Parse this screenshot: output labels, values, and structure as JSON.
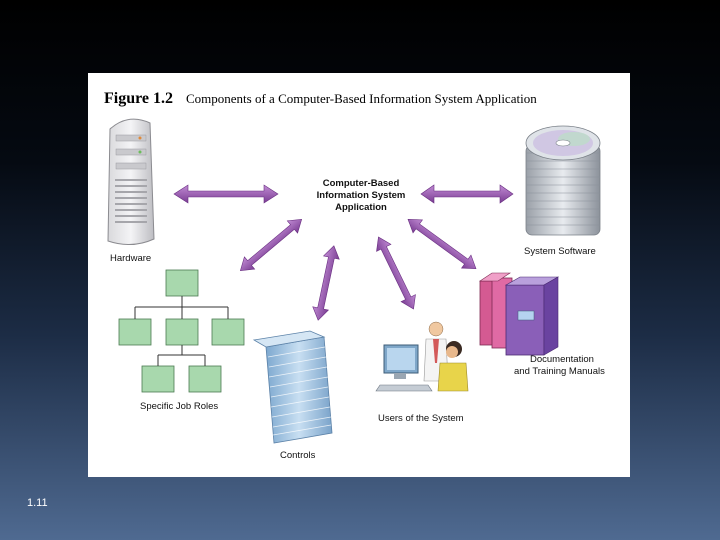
{
  "figure": {
    "number": "Figure 1.2",
    "caption": "Components of a Computer-Based Information System Application",
    "center": {
      "line1": "Computer-Based",
      "line2": "Information System",
      "line3": "Application"
    },
    "components": {
      "hardware": "Hardware",
      "system_software": "System Software",
      "job_roles": "Specific Job Roles",
      "controls": "Controls",
      "users": "Users of the System",
      "documentation_line1": "Documentation",
      "documentation_line2": "and Training Manuals"
    }
  },
  "slide": {
    "number": "1.11"
  },
  "colors": {
    "arrow": "#9b55b0",
    "org_box": "#a8d8ad",
    "book_pink": "#d45a92",
    "book_purple": "#8a5fb8",
    "controls_stack": "#9ec4e4"
  }
}
